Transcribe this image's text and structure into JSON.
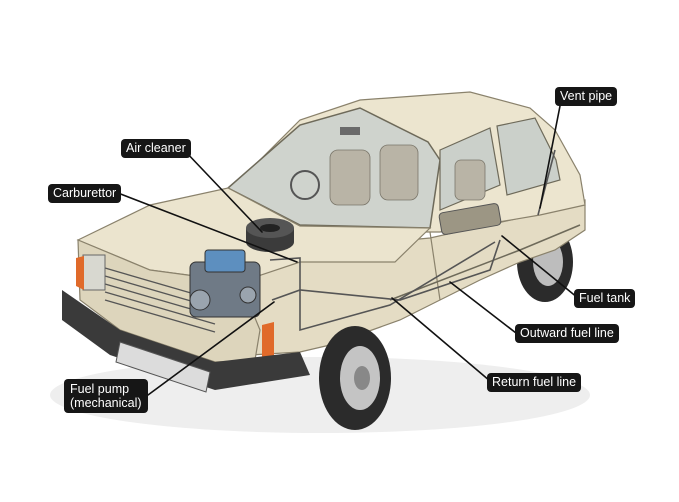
{
  "colors": {
    "body": "#e9e2cc",
    "body_shade": "#cfc6aa",
    "glass": "#cdd2cc",
    "tyre": "#2b2b2b",
    "label_bg": "#161616",
    "label_text": "#ffffff",
    "leader": "#111111",
    "indicator": "#e06a2a"
  },
  "labels": {
    "air_cleaner": "Air cleaner",
    "carburettor": "Carburettor",
    "vent_pipe": "Vent pipe",
    "fuel_tank": "Fuel tank",
    "outward_fuel_line": "Outward fuel line",
    "return_fuel_line": "Return fuel line",
    "fuel_pump": "Fuel pump\n(mechanical)"
  }
}
